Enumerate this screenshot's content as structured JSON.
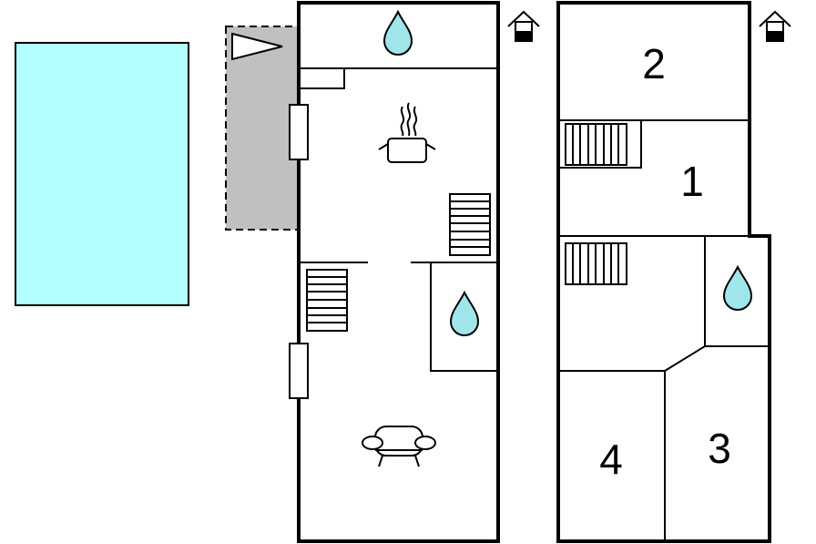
{
  "floors": [
    {
      "name": "ground-floor",
      "icon": "house-door-icon",
      "rooms": []
    },
    {
      "name": "upper-floor",
      "icon": "house-door-icon",
      "rooms": [
        {
          "number": "2"
        },
        {
          "number": "1"
        },
        {
          "number": "4"
        },
        {
          "number": "3"
        }
      ]
    }
  ],
  "colors": {
    "pool": "#b3ffff",
    "terrace": "#c0c0c0",
    "water": "#9ee6ea",
    "wall": "#000000",
    "background": "#ffffff"
  },
  "icons": [
    "water-drop-icon",
    "cooking-pot-icon",
    "sofa-icon",
    "stairs-icon",
    "pool-area",
    "terrace-area",
    "door-icon"
  ]
}
